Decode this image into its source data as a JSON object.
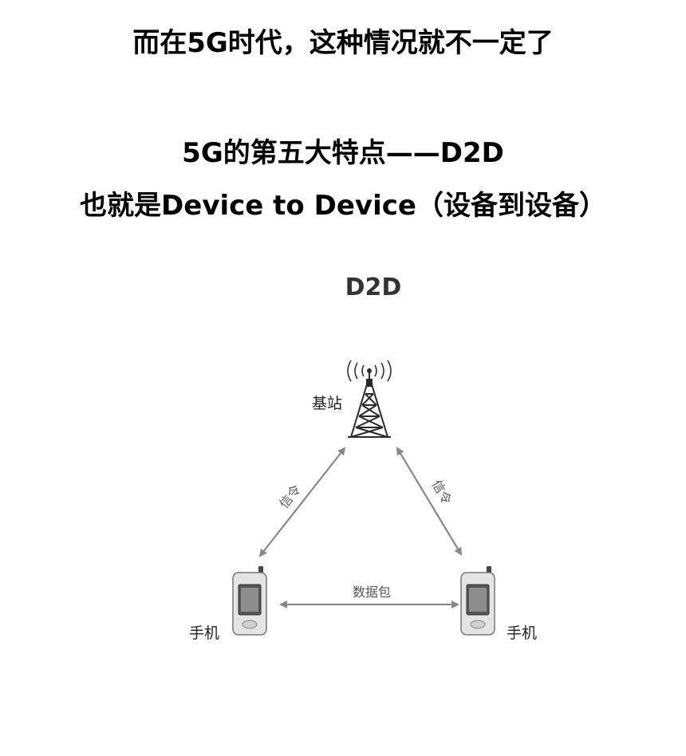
{
  "headlines": {
    "line1": "而在5G时代，这种情况就不一定了",
    "line2": "5G的第五大特点——D2D",
    "line3": "也就是Device to Device（设备到设备）"
  },
  "diagram": {
    "title": "D2D",
    "nodes": {
      "base_station": "基站",
      "phone_left": "手机",
      "phone_right": "手机"
    },
    "edges": {
      "left_signal": "信令",
      "right_signal": "信令",
      "data_packet": "数据包"
    }
  },
  "colors": {
    "arrow": "#888888",
    "tower": "#2a2a2a",
    "phone_body": "#e4e4e4",
    "phone_screen": "#555555"
  }
}
